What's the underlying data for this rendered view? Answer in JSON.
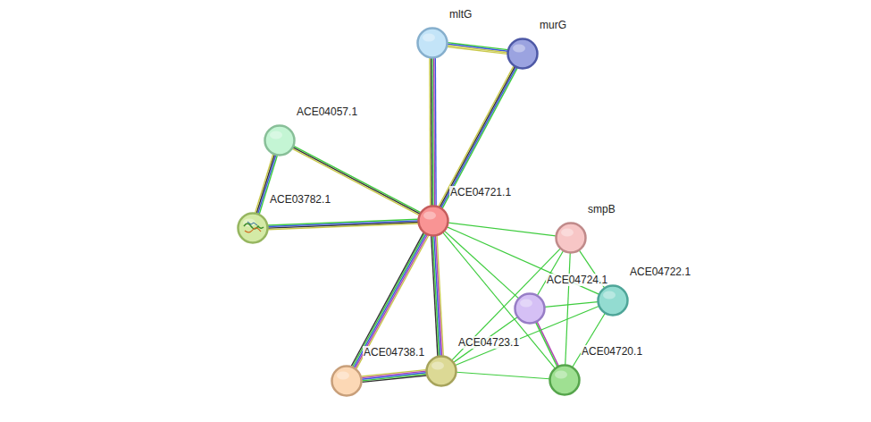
{
  "diagram": {
    "nodes": [
      {
        "text": [
          "mltG"
        ]
      },
      {
        "text": [
          "murG"
        ]
      },
      {
        "text": [
          "ACE04057.1"
        ]
      },
      {
        "text": [
          "ACE04721.1"
        ]
      },
      {
        "text": [
          "ACE03782.1"
        ]
      },
      {
        "text": [
          "smpB"
        ]
      },
      {
        "text": [
          "ACE04724.1"
        ]
      },
      {
        "text": [
          "ACE04722.1"
        ]
      },
      {
        "text": [
          "ACE04723.1"
        ]
      },
      {
        "text": [
          "ACE04738.1"
        ]
      },
      {
        "text": [
          "ACE04720.1"
        ]
      }
    ],
    "edges": [
      {
        "from": 0,
        "to": 1,
        "arrow": "none"
      },
      {
        "from": 0,
        "to": 3,
        "arrow": "none"
      },
      {
        "from": 1,
        "to": 3,
        "arrow": "none"
      },
      {
        "from": 2,
        "to": 4,
        "arrow": "none"
      },
      {
        "from": 2,
        "to": 3,
        "arrow": "none"
      },
      {
        "from": 4,
        "to": 3,
        "arrow": "none"
      },
      {
        "from": 3,
        "to": 9,
        "arrow": "none"
      },
      {
        "from": 3,
        "to": 8,
        "arrow": "none"
      },
      {
        "from": 9,
        "to": 8,
        "arrow": "none"
      },
      {
        "from": 3,
        "to": 5,
        "arrow": "none"
      },
      {
        "from": 3,
        "to": 7,
        "arrow": "none"
      },
      {
        "from": 3,
        "to": 6,
        "arrow": "none"
      },
      {
        "from": 3,
        "to": 10,
        "arrow": "none"
      },
      {
        "from": 5,
        "to": 6,
        "arrow": "none"
      },
      {
        "from": 5,
        "to": 7,
        "arrow": "none"
      },
      {
        "from": 5,
        "to": 10,
        "arrow": "none"
      },
      {
        "from": 5,
        "to": 8,
        "arrow": "none"
      },
      {
        "from": 6,
        "to": 7,
        "arrow": "none"
      },
      {
        "from": 6,
        "to": 10,
        "arrow": "none"
      },
      {
        "from": 6,
        "to": 8,
        "arrow": "none"
      },
      {
        "from": 7,
        "to": 10,
        "arrow": "none"
      },
      {
        "from": 7,
        "to": 8,
        "arrow": "none"
      },
      {
        "from": 8,
        "to": 10,
        "arrow": "none"
      }
    ]
  }
}
